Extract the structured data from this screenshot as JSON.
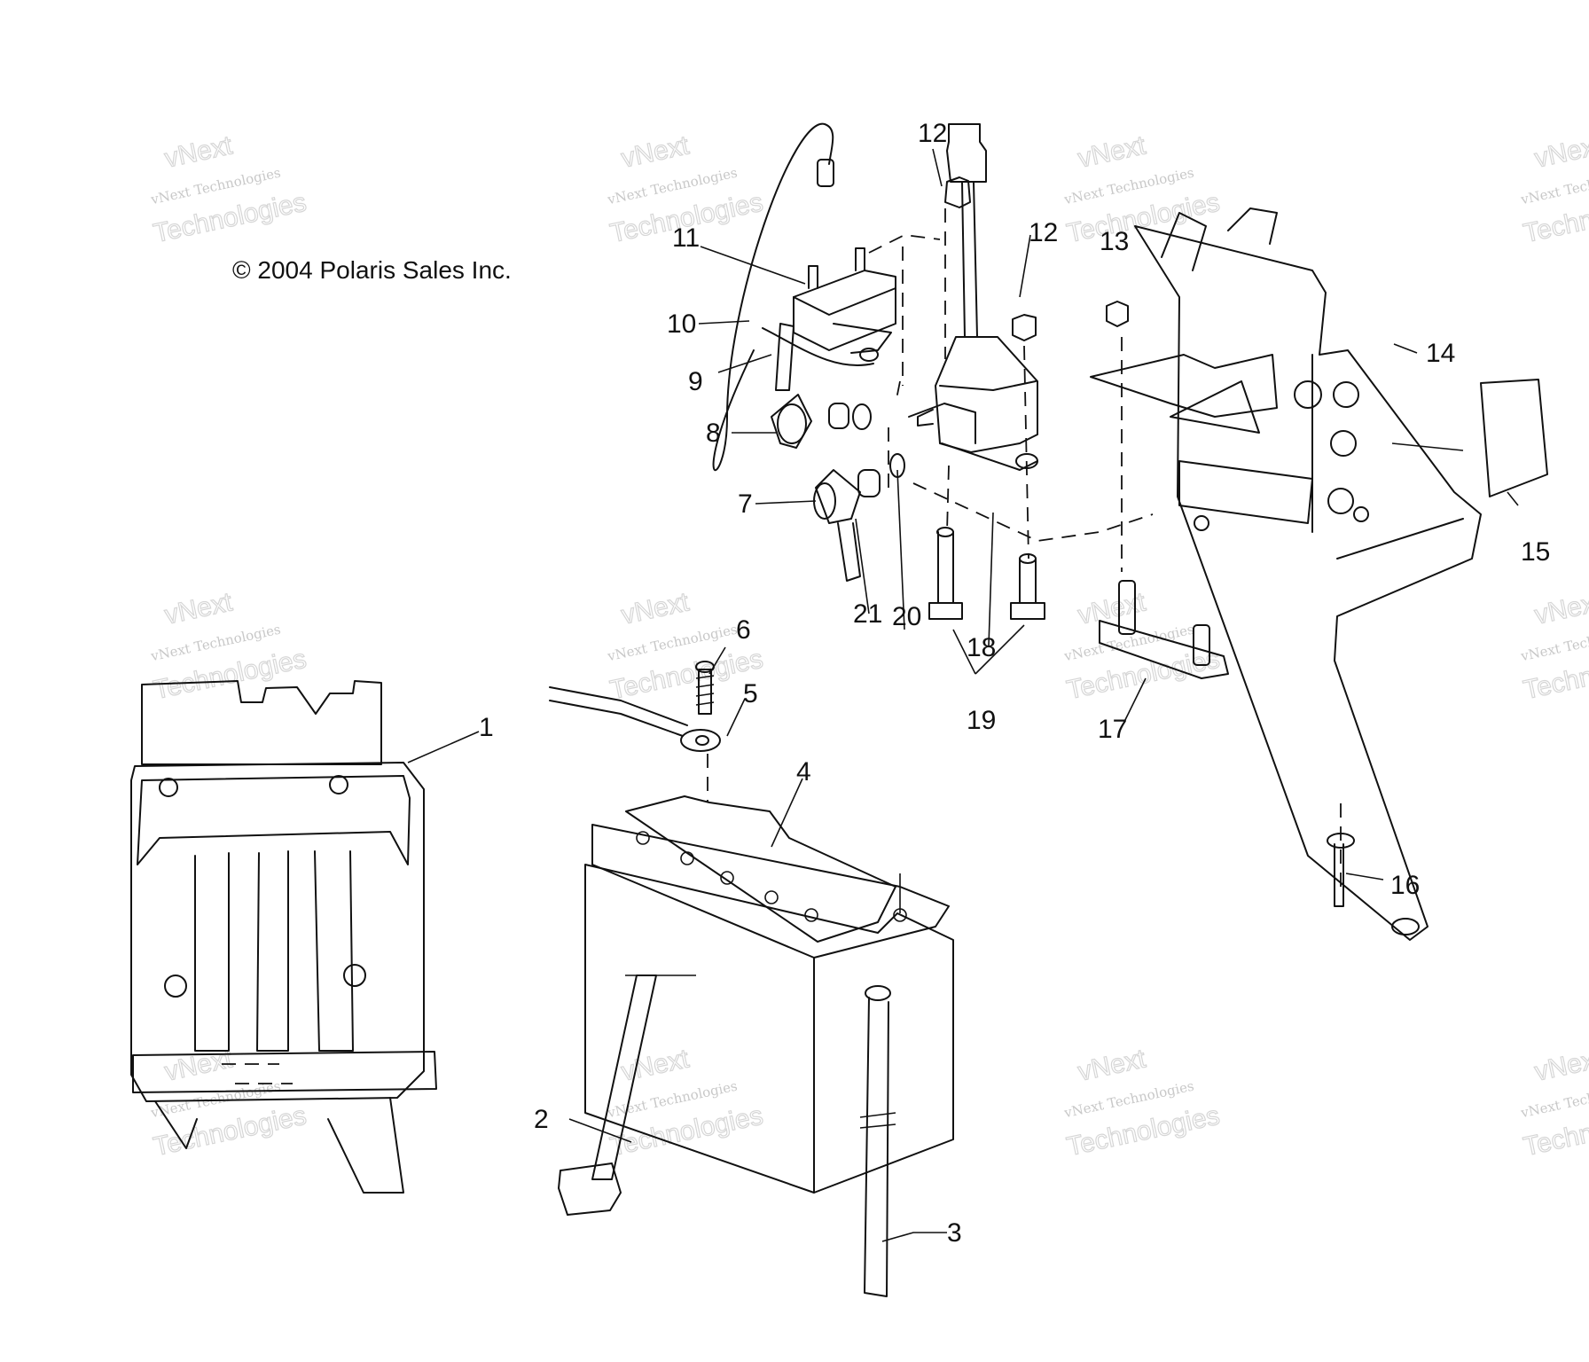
{
  "copyright": "© 2004 Polaris Sales Inc.",
  "watermark": {
    "brand": "vNext",
    "company": "vNext Technologies",
    "word": "Technologies"
  },
  "callouts": [
    "1",
    "2",
    "3",
    "4",
    "5",
    "6",
    "7",
    "8",
    "9",
    "10",
    "11",
    "12",
    "12",
    "13",
    "14",
    "15",
    "16",
    "17",
    "18",
    "19",
    "20",
    "21"
  ],
  "colors": {
    "ink": "#111111",
    "watermark": "#cccccc",
    "background": "#ffffff"
  }
}
